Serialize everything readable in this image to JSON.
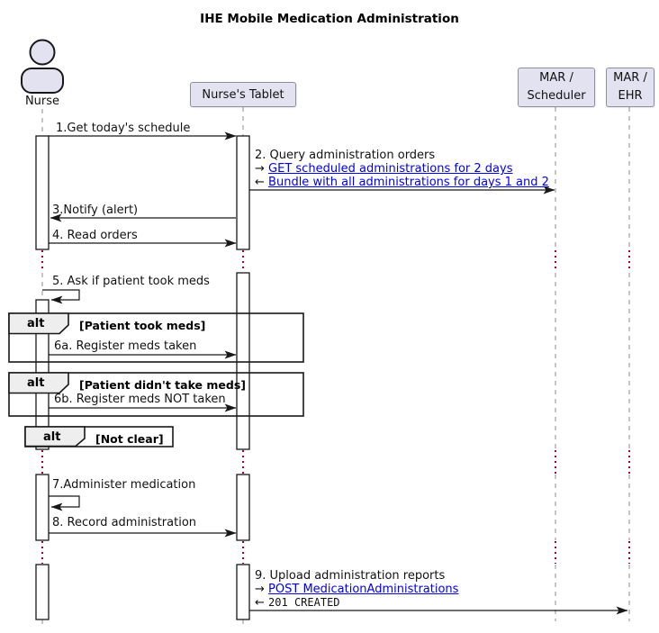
{
  "title": "IHE Mobile Medication Administration",
  "colors": {
    "participant_fill": "#E2E2F0",
    "participant_border": "#8E8EA0",
    "frame_header_fill": "#EEEEEE",
    "link": "#0000EE",
    "delay_dots": "#A80036",
    "line": "#181818"
  },
  "participants": {
    "nurse": {
      "label": "Nurse",
      "icon": "person-actor-icon"
    },
    "tablet": {
      "label": "Nurse's Tablet"
    },
    "scheduler": {
      "label_line1": "MAR /",
      "label_line2": "Scheduler"
    },
    "ehr": {
      "label_line1": "MAR /",
      "label_line2": "EHR"
    }
  },
  "messages": {
    "m1": {
      "text": "1.Get today's schedule"
    },
    "m2": {
      "text": "2. Query administration orders",
      "link_out_prefix": "→",
      "link_out": "GET scheduled administrations for 2 days",
      "link_back_prefix": "←",
      "link_back": "Bundle with all administrations for days 1 and 2"
    },
    "m3": {
      "text": "3.Notify (alert)"
    },
    "m4": {
      "text": "4. Read orders"
    },
    "m5": {
      "text": "5. Ask if patient took meds"
    },
    "m6a": {
      "text": "6a. Register meds taken"
    },
    "m6b": {
      "text": "6b. Register meds NOT taken"
    },
    "m7": {
      "text": "7.Administer medication"
    },
    "m8": {
      "text": "8. Record administration"
    },
    "m9": {
      "text": "9. Upload administration reports",
      "link_prefix": "→",
      "link": "POST MedicationAdministrations",
      "response_prefix": "←",
      "response_code": "201 CREATED"
    }
  },
  "frames": {
    "alt1": {
      "keyword": "alt",
      "guard": "[Patient took meds]"
    },
    "alt2": {
      "keyword": "alt",
      "guard": "[Patient didn't take meds]"
    },
    "alt3": {
      "keyword": "alt",
      "guard": "[Not clear]"
    }
  }
}
